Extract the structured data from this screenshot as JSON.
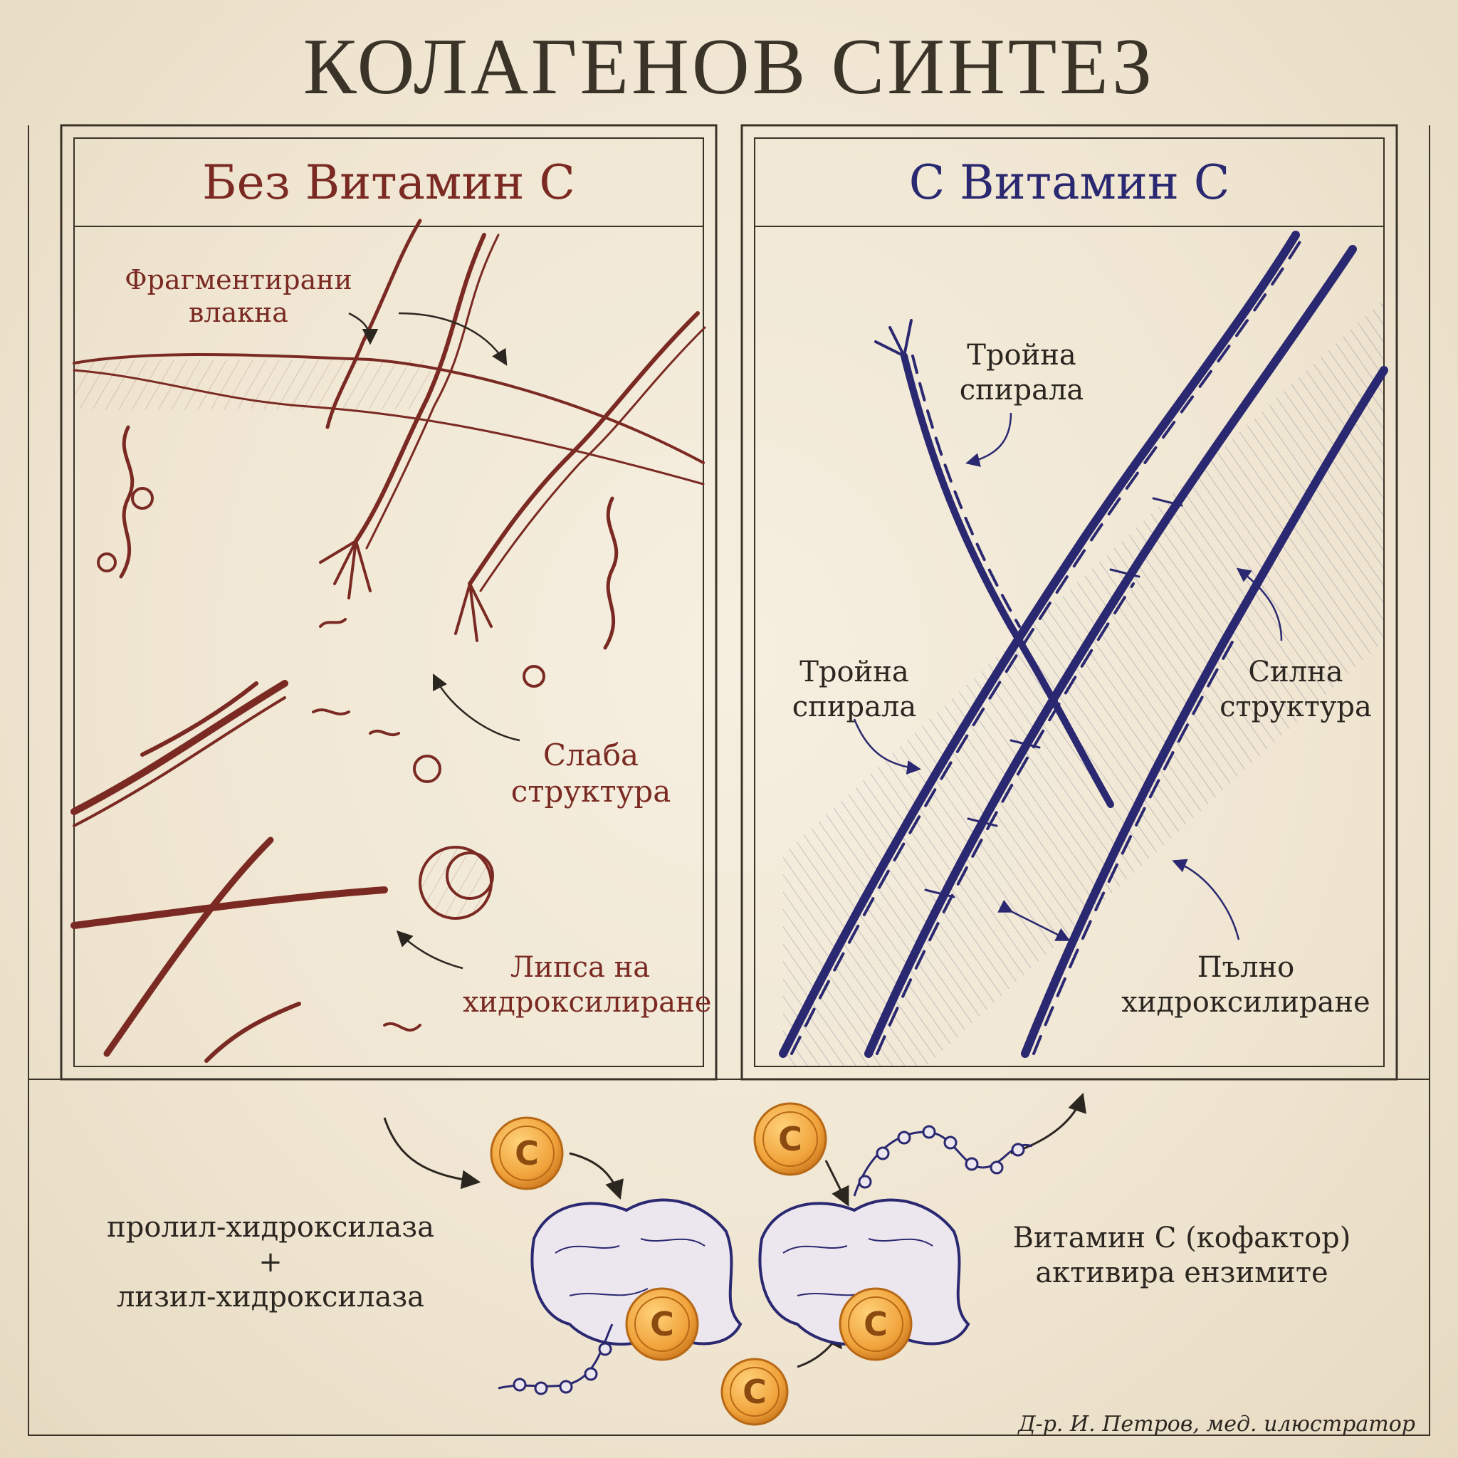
{
  "title": "КОЛАГЕНОВ СИНТЕЗ",
  "panels": {
    "left": {
      "heading": "Без Витамин С",
      "labels": {
        "fragmented": "Фрагментирани\nвлакна",
        "weak": "Слаба\nструктура",
        "lack": "Липса на\nхидроксилиране"
      }
    },
    "right": {
      "heading": "С Витамин С",
      "labels": {
        "triple_top": "Тройна\nспирала",
        "triple_mid": "Тройна\nспирала",
        "strong": "Силна\nструктура",
        "full": "Пълно\nхидроксилиране"
      }
    }
  },
  "bottom": {
    "enzymes": "пролил-хидроксилаза\n+\nлизил-хидроксилаза",
    "cofactor": "Витамин С (кофактор)\nактивира ензимите",
    "coin_letter": "C"
  },
  "credit": "Д-р. И. Петров, мед. илюстратор",
  "colors": {
    "left_ink": "#7a2a22",
    "right_ink": "#2a2870",
    "frame": "#3a3328",
    "coin": "#f0a23a"
  },
  "icons": [
    "arrow-icon",
    "vitamin-c-coin-icon",
    "enzyme-icon",
    "triple-helix-icon"
  ]
}
